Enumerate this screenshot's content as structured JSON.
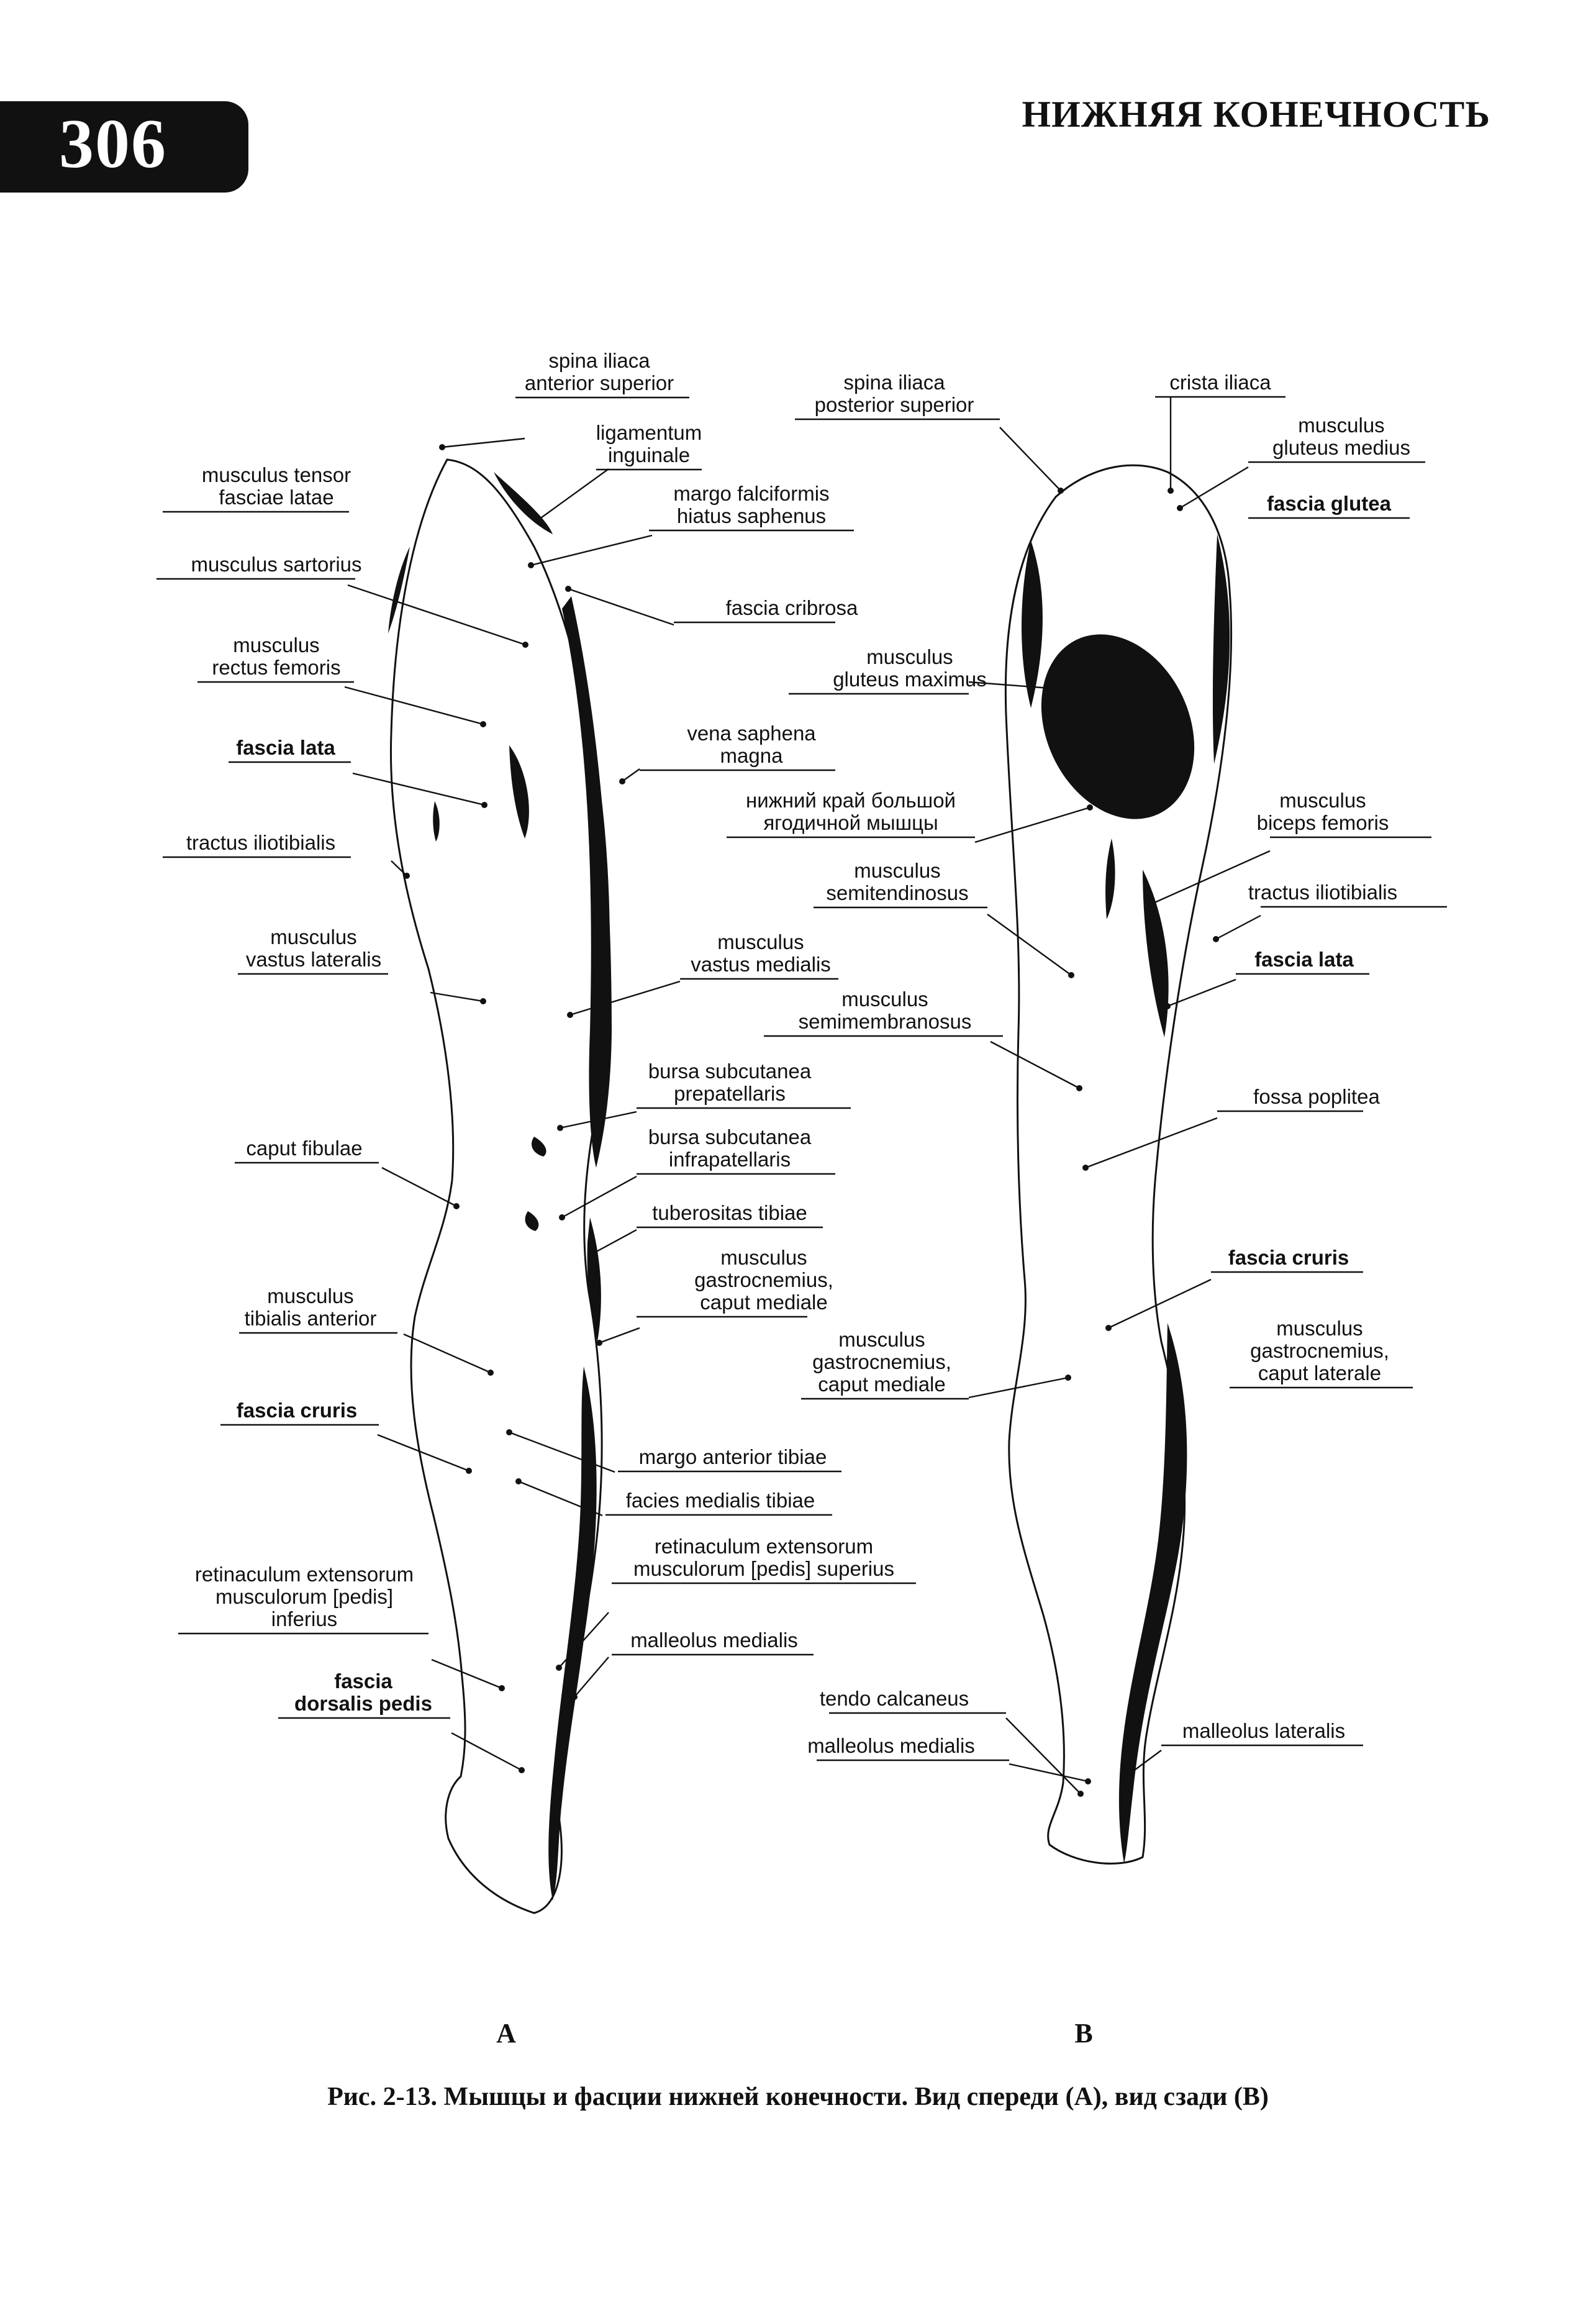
{
  "page": {
    "number": "306",
    "running_head": "НИЖНЯЯ КОНЕЧНОСТЬ",
    "caption": "Рис. 2-13. Мышцы и фасции нижней конечности. Вид спереди (А), вид сзади (В)"
  },
  "panels": {
    "a": "A",
    "b": "B"
  },
  "labels": {
    "a": [
      [
        "spina iliaca",
        "anterior superior"
      ],
      [
        "ligamentum",
        "inguinale"
      ],
      [
        "musculus tensor",
        "fasciae latae"
      ],
      [
        "margo falciformis",
        "hiatus saphenus"
      ],
      [
        "musculus sartorius"
      ],
      [
        "fascia cribrosa"
      ],
      [
        "musculus",
        "rectus femoris"
      ],
      [
        "fascia lata"
      ],
      [
        "vena saphena",
        "magna"
      ],
      [
        "tractus iliotibialis"
      ],
      [
        "musculus",
        "vastus lateralis"
      ],
      [
        "musculus",
        "vastus medialis"
      ],
      [
        "bursa subcutanea",
        "prepatellaris"
      ],
      [
        "caput fibulae"
      ],
      [
        "bursa subcutanea",
        "infrapatellaris"
      ],
      [
        "tuberositas tibiae"
      ],
      [
        "musculus",
        "gastrocnemius,",
        "caput mediale"
      ],
      [
        "musculus",
        "tibialis anterior"
      ],
      [
        "fascia cruris"
      ],
      [
        "margo anterior tibiae"
      ],
      [
        "facies medialis tibiae"
      ],
      [
        "retinaculum extensorum",
        "musculorum [pedis] superius"
      ],
      [
        "retinaculum extensorum",
        "musculorum [pedis]",
        "inferius"
      ],
      [
        "malleolus medialis"
      ],
      [
        "fascia",
        "dorsalis pedis"
      ]
    ],
    "b": [
      [
        "spina iliaca",
        "posterior superior"
      ],
      [
        "crista iliaca"
      ],
      [
        "musculus",
        "gluteus medius"
      ],
      [
        "fascia glutea"
      ],
      [
        "musculus",
        "gluteus maximus"
      ],
      [
        "нижний край большой",
        "ягодичной мышцы"
      ],
      [
        "musculus",
        "biceps femoris"
      ],
      [
        "musculus",
        "semitendinosus"
      ],
      [
        "tractus iliotibialis"
      ],
      [
        "fascia lata"
      ],
      [
        "musculus",
        "semimembranosus"
      ],
      [
        "fossa poplitea"
      ],
      [
        "fascia cruris"
      ],
      [
        "musculus",
        "gastrocnemius,",
        "caput mediale"
      ],
      [
        "musculus",
        "gastrocnemius,",
        "caput laterale"
      ],
      [
        "tendo calcaneus"
      ],
      [
        "malleolus medialis"
      ],
      [
        "malleolus lateralis"
      ]
    ]
  }
}
